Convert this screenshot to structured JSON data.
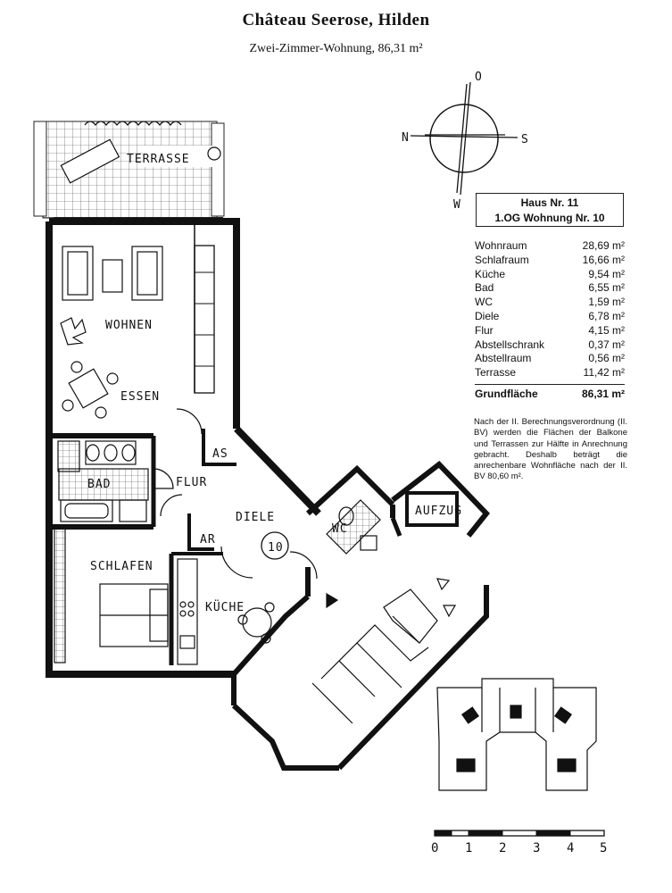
{
  "header": {
    "title": "Château Seerose, Hilden",
    "subtitle": "Zwei-Zimmer-Wohnung, 86,31 m²"
  },
  "compass": {
    "n": "N",
    "s": "S",
    "o": "O",
    "w": "W"
  },
  "rooms": {
    "terrasse": "TERRASSE",
    "wohnen": "WOHNEN",
    "essen": "ESSEN",
    "bad": "BAD",
    "flur": "FLUR",
    "as": "AS",
    "diele": "DIELE",
    "ar": "AR",
    "wc": "WC",
    "aufzug": "AUFZUG",
    "schlafen": "SCHLAFEN",
    "kueche": "KÜCHE",
    "unit_number": "10"
  },
  "info": {
    "line1": "Haus Nr. 11",
    "line2": "1.OG  Wohnung Nr. 10"
  },
  "areas": [
    {
      "name": "Wohnraum",
      "value": "28,69 m²"
    },
    {
      "name": "Schlafraum",
      "value": "16,66 m²"
    },
    {
      "name": "Küche",
      "value": "9,54 m²"
    },
    {
      "name": "Bad",
      "value": "6,55 m²"
    },
    {
      "name": "WC",
      "value": "1,59 m²"
    },
    {
      "name": "Diele",
      "value": "6,78 m²"
    },
    {
      "name": "Flur",
      "value": "4,15 m²"
    },
    {
      "name": "Abstellschrank",
      "value": "0,37 m²"
    },
    {
      "name": "Abstellraum",
      "value": "0,56 m²"
    },
    {
      "name": "Terrasse",
      "value": "11,42 m²"
    }
  ],
  "total": {
    "name": "Grundfläche",
    "value": "86,31 m²"
  },
  "note": "Nach der II. Berechnungsverordnung (II. BV) werden die Flächen der Balkone und Terrassen zur Hälfte in Anrechnung gebracht. Deshalb beträgt die anrechenbare Wohnfläche nach der II. BV 80,60 m².",
  "scale": [
    "0",
    "1",
    "2",
    "3",
    "4",
    "5"
  ]
}
